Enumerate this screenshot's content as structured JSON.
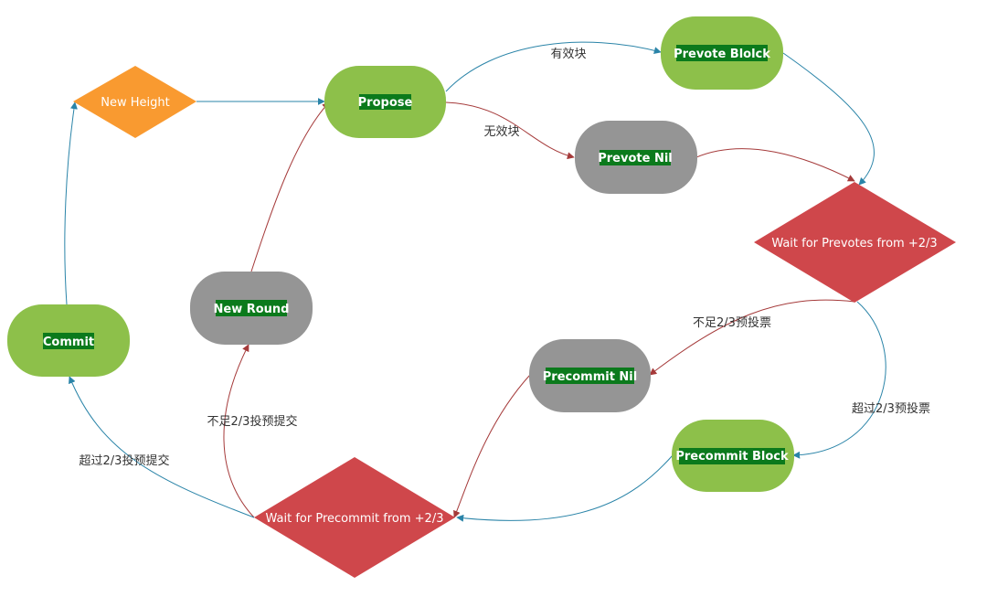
{
  "colors": {
    "green": "#8dc04a",
    "gray": "#959595",
    "red": "#cf474b",
    "orange": "#f99a30",
    "label_bg": "#0b7a1c",
    "edge_blue": "#2a84a8",
    "edge_red": "#a53a3a"
  },
  "nodes": {
    "new_height": {
      "label": "New Height"
    },
    "propose": {
      "label": "Propose"
    },
    "prevote_block": {
      "label": "Prevote Blolck"
    },
    "prevote_nil": {
      "label": "Prevote Nil"
    },
    "wait_prevotes": {
      "label": "Wait for Prevotes from +2/3"
    },
    "new_round": {
      "label": "New Round"
    },
    "commit": {
      "label": "Commit"
    },
    "precommit_nil": {
      "label": "Precommit Nil"
    },
    "precommit_block": {
      "label": "Precommit Block"
    },
    "wait_precommit": {
      "label": "Wait for Precommit from +2/3"
    }
  },
  "edges": {
    "propose_to_prevote_block": {
      "label": "有效块"
    },
    "propose_to_prevote_nil": {
      "label": "无效块"
    },
    "wait_prevotes_to_precommit_nil": {
      "label": "不足2/3预投票"
    },
    "wait_prevotes_to_precommit_block": {
      "label": "超过2/3预投票"
    },
    "wait_precommit_to_new_round": {
      "label": "不足2/3投预提交"
    },
    "wait_precommit_to_commit": {
      "label": "超过2/3投预提交"
    }
  }
}
